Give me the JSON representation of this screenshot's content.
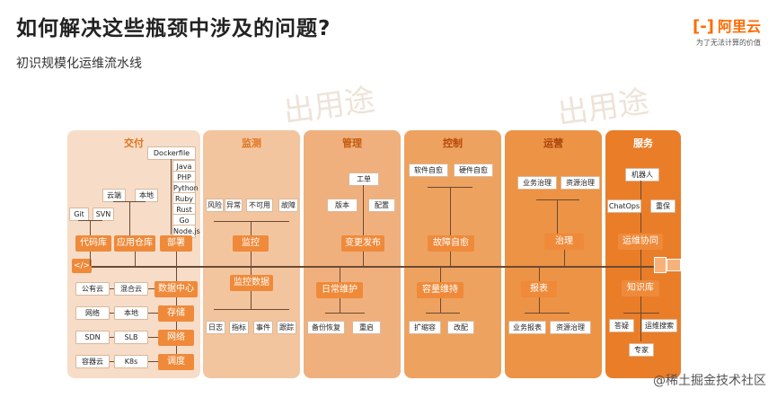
{
  "header": {
    "title": "如何解决这些瓶颈中涉及的问题?",
    "subtitle": "初识规模化运维流水线"
  },
  "logo": {
    "mark": "[-]",
    "name": "阿里云",
    "slogan": "为了无法计算的价值"
  },
  "watermark": "出用途",
  "colors": {
    "p1": "#f7ddc8",
    "p2": "#f3c59f",
    "p3": "#f0b07d",
    "p4": "#eea25f",
    "p5": "#ec9345",
    "p6": "#e97d28"
  },
  "panels": {
    "jiaofu": {
      "title": "交付",
      "dockerfile": "Dockerfile",
      "langs": [
        "Java",
        "PHP",
        "Python",
        "Ruby",
        "Rust",
        "Go",
        "Node.js"
      ],
      "git": "Git",
      "svn": "SVN",
      "cloud": "云端",
      "local": "本地",
      "codebase": "代码库",
      "artifact": "应用仓库",
      "deploy": "部署",
      "dc": "数据中心",
      "storage": "存储",
      "network": "网络",
      "tuning": "调度",
      "public": "公有云",
      "hybrid": "混合云",
      "net": "网络",
      "local2": "本地",
      "sdn": "SDN",
      "slb": "SLB",
      "container": "容器云",
      "k8s": "K8s"
    },
    "jiankong": {
      "title": "监测",
      "risk": "风险",
      "abn": "异常",
      "unavail": "不可用",
      "fault": "故障",
      "monitor": "监控",
      "mdata": "监控数据",
      "log": "日志",
      "metric": "指标",
      "event": "事件",
      "trace": "跟踪"
    },
    "guanli": {
      "title": "管理",
      "ticket": "工单",
      "version": "版本",
      "config": "配置",
      "change": "变更发布",
      "maint": "日常维护",
      "backup": "备份恢复",
      "restart": "重启"
    },
    "kongzhi": {
      "title": "控制",
      "sw": "软件自愈",
      "hw": "硬件自愈",
      "heal": "故障自愈",
      "capacity": "容量维持",
      "scale": "扩缩容",
      "adapt": "改配"
    },
    "yunying": {
      "title": "运营",
      "biz": "业务治理",
      "res": "资源治理",
      "gov": "治理",
      "report": "报表",
      "bizr": "业务报表",
      "resg": "资源治理"
    },
    "fuwu": {
      "title": "服务",
      "robot": "机器人",
      "chatops": "ChatOps",
      "warranty": "重保",
      "collab": "运维协同",
      "kb": "知识库",
      "qa": "答疑",
      "search": "运维搜索",
      "expert": "专家"
    }
  },
  "footer": "@稀土掘金技术社区"
}
